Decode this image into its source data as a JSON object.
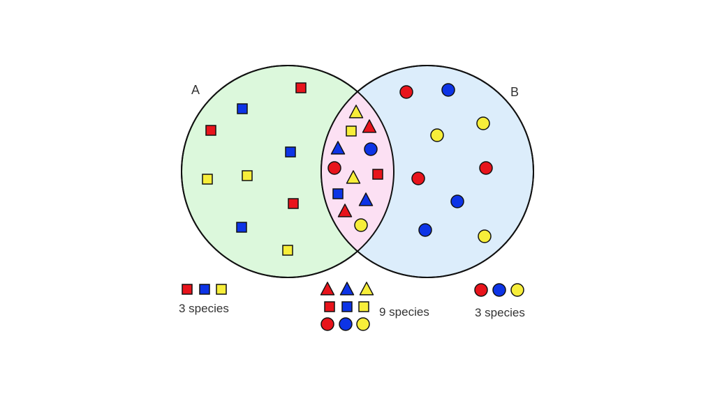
{
  "diagram": {
    "set_a": {
      "label": "A",
      "fill": "#dcf8dc"
    },
    "set_b": {
      "label": "B",
      "fill": "#dcedfb"
    },
    "intersection": {
      "fill": "#fce0f3"
    },
    "outline_color": "#111111",
    "colors": {
      "red": "#e8141c",
      "blue": "#0d34e6",
      "yellow": "#f7ee3a"
    },
    "a_only_shapes": [
      {
        "shape": "square",
        "color": "red"
      },
      {
        "shape": "square",
        "color": "blue"
      },
      {
        "shape": "square",
        "color": "red"
      },
      {
        "shape": "square",
        "color": "blue"
      },
      {
        "shape": "square",
        "color": "yellow"
      },
      {
        "shape": "square",
        "color": "yellow"
      },
      {
        "shape": "square",
        "color": "red"
      },
      {
        "shape": "square",
        "color": "blue"
      },
      {
        "shape": "square",
        "color": "yellow"
      }
    ],
    "intersection_shapes": [
      {
        "shape": "triangle",
        "color": "yellow"
      },
      {
        "shape": "square",
        "color": "yellow"
      },
      {
        "shape": "triangle",
        "color": "red"
      },
      {
        "shape": "triangle",
        "color": "blue"
      },
      {
        "shape": "circle",
        "color": "blue"
      },
      {
        "shape": "circle",
        "color": "red"
      },
      {
        "shape": "triangle",
        "color": "yellow"
      },
      {
        "shape": "square",
        "color": "red"
      },
      {
        "shape": "square",
        "color": "blue"
      },
      {
        "shape": "triangle",
        "color": "blue"
      },
      {
        "shape": "triangle",
        "color": "red"
      },
      {
        "shape": "circle",
        "color": "yellow"
      }
    ],
    "b_only_shapes": [
      {
        "shape": "circle",
        "color": "red"
      },
      {
        "shape": "circle",
        "color": "blue"
      },
      {
        "shape": "circle",
        "color": "yellow"
      },
      {
        "shape": "circle",
        "color": "yellow"
      },
      {
        "shape": "circle",
        "color": "red"
      },
      {
        "shape": "circle",
        "color": "red"
      },
      {
        "shape": "circle",
        "color": "blue"
      },
      {
        "shape": "circle",
        "color": "blue"
      },
      {
        "shape": "circle",
        "color": "yellow"
      }
    ],
    "legend": {
      "a_only": {
        "label": "3 species",
        "shapes": [
          {
            "shape": "square",
            "color": "red"
          },
          {
            "shape": "square",
            "color": "blue"
          },
          {
            "shape": "square",
            "color": "yellow"
          }
        ]
      },
      "intersection": {
        "label": "9 species",
        "shapes": [
          {
            "shape": "triangle",
            "color": "red"
          },
          {
            "shape": "triangle",
            "color": "blue"
          },
          {
            "shape": "triangle",
            "color": "yellow"
          },
          {
            "shape": "square",
            "color": "red"
          },
          {
            "shape": "square",
            "color": "blue"
          },
          {
            "shape": "square",
            "color": "yellow"
          },
          {
            "shape": "circle",
            "color": "red"
          },
          {
            "shape": "circle",
            "color": "blue"
          },
          {
            "shape": "circle",
            "color": "yellow"
          }
        ]
      },
      "b_only": {
        "label": "3 species",
        "shapes": [
          {
            "shape": "circle",
            "color": "red"
          },
          {
            "shape": "circle",
            "color": "blue"
          },
          {
            "shape": "circle",
            "color": "yellow"
          }
        ]
      }
    }
  }
}
